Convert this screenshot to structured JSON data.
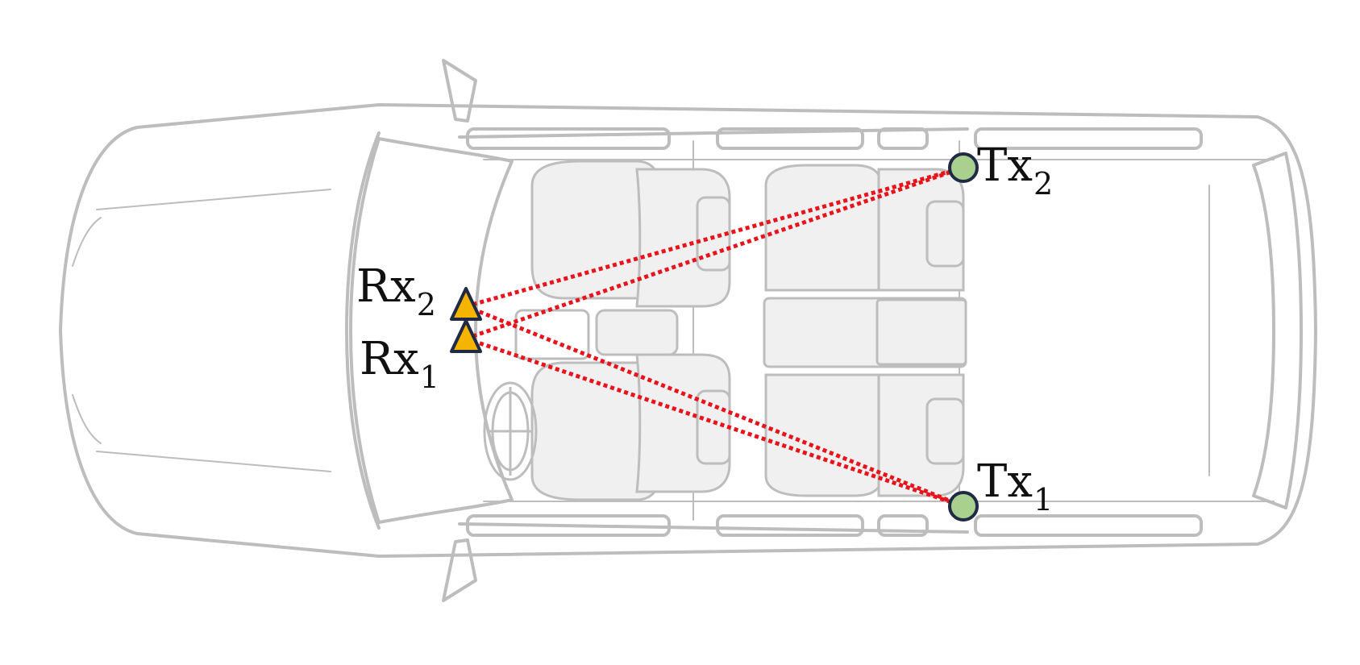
{
  "labels": {
    "tx2": {
      "main": "Tx",
      "sub": "2"
    },
    "tx1": {
      "main": "Tx",
      "sub": "1"
    },
    "rx2": {
      "main": "Rx",
      "sub": "2"
    },
    "rx1": {
      "main": "Rx",
      "sub": "1"
    }
  },
  "colors": {
    "link": "#e8141c",
    "tx_fill": "#a9d08e",
    "rx_fill": "#f4b400",
    "marker_stroke": "#1f2a44",
    "car_outline": "#bdbdbd",
    "seat_fill": "#f0f0f0"
  },
  "links": [
    {
      "from": "rx2",
      "to": "tx2"
    },
    {
      "from": "rx1",
      "to": "tx2"
    },
    {
      "from": "rx2",
      "to": "tx1"
    },
    {
      "from": "rx1",
      "to": "tx1"
    }
  ]
}
